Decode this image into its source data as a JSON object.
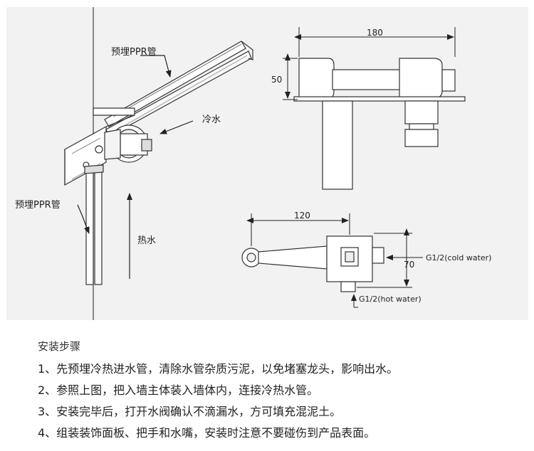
{
  "diagram": {
    "labels": {
      "ppr_pipe_top": "预埋PPR管",
      "ppr_pipe_left": "预埋PPR管",
      "cold_water": "冷水",
      "hot_water": "热水"
    },
    "dimensions": {
      "width_top": "180",
      "height_top": "50",
      "width_bottom": "120",
      "height_bottom": "70"
    },
    "connections": {
      "cold": "G1/2(cold water)",
      "hot": "G1/2(hot water)"
    }
  },
  "instructions": {
    "heading": "安装步骤",
    "steps": [
      "1、先预埋冷热进水管，清除水管杂质污泥，以免堵塞龙头，影响出水。",
      "2、参照上图，把入墙主体装入墙体内，连接冷热水管。",
      "3、安装完毕后，打开水阀确认不滴漏水，方可填充混泥土。",
      "4、组装装饰面板、把手和水嘴，安装时注意不要碰伤到产品表面。"
    ]
  }
}
